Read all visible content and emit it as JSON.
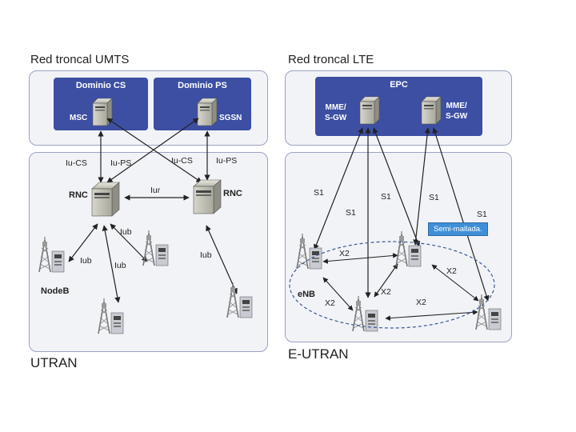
{
  "umts": {
    "title": "Red troncal UMTS",
    "cs_domain": "Dominio CS",
    "ps_domain": "Dominio PS",
    "msc": "MSC",
    "sgsn": "SGSN",
    "iu_cs": "Iu-CS",
    "iu_ps": "Iu-PS",
    "iur": "Iur",
    "rnc": "RNC",
    "iub": "Iub",
    "nodeb": "NodeB",
    "footer": "UTRAN"
  },
  "lte": {
    "title": "Red troncal LTE",
    "epc": "EPC",
    "mme_sgw": "MME/\nS-GW",
    "s1": "S1",
    "x2": "X2",
    "enb": "eNB",
    "note": "Semi-mallada.",
    "footer": "E-UTRAN"
  }
}
